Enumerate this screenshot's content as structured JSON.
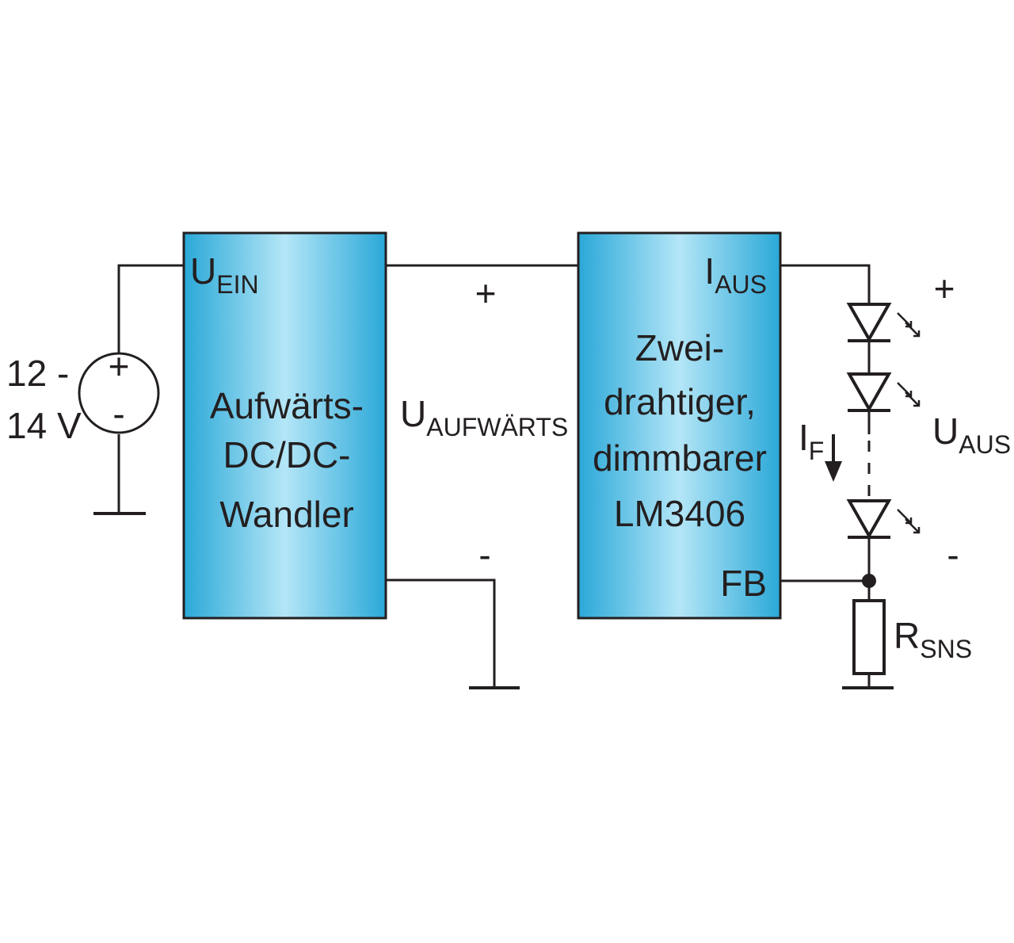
{
  "source": {
    "voltage_line1": "12 -",
    "voltage_line2": "14 V",
    "plus": "+",
    "minus": "-"
  },
  "converter": {
    "input_main": "U",
    "input_sub": "EIN",
    "line1": "Aufwärts-",
    "line2": "DC/DC-",
    "line3": "Wandler"
  },
  "intermediate": {
    "voltage_main": "U",
    "voltage_sub": "AUFWÄRTS",
    "plus": "+",
    "minus": "-"
  },
  "driver": {
    "output_main": "I",
    "output_sub": "AUS",
    "line1": "Zwei-",
    "line2": "drahtiger,",
    "line3": "dimmbarer",
    "line4": "LM3406",
    "feedback": "FB"
  },
  "led_string": {
    "current_main": "I",
    "current_sub": "F",
    "voltage_main": "U",
    "voltage_sub": "AUS",
    "plus": "+",
    "minus": "-"
  },
  "sense_resistor": {
    "label_main": "R",
    "label_sub": "SNS"
  },
  "colors": {
    "block_edge": "#2aa8d8",
    "block_center": "#b4e6f7",
    "ink": "#231f20"
  }
}
